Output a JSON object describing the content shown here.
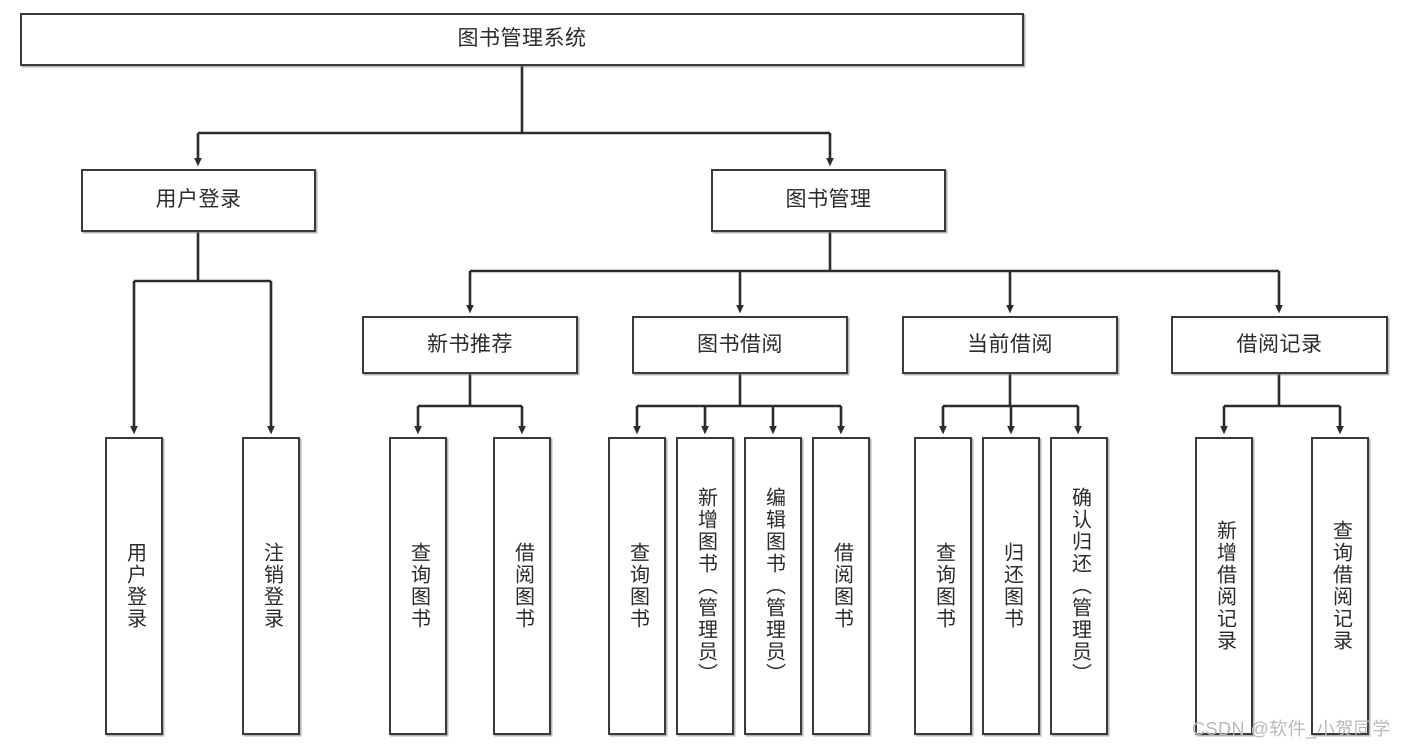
{
  "diagram": {
    "type": "tree-hierarchy-chart",
    "title": "图书管理系统",
    "watermark": "CSDN @软件_小贺同学",
    "colors": {
      "border": "#3a3a3a",
      "text": "#2b2b2b",
      "connector": "#2b2b2b",
      "background": "#ffffff",
      "watermark": "#b9b9b9"
    },
    "levels": [
      {
        "level": 1,
        "nodes": [
          {
            "id": "root",
            "label": "图书管理系统"
          }
        ]
      },
      {
        "level": 2,
        "nodes": [
          {
            "id": "user-login",
            "label": "用户登录"
          },
          {
            "id": "book-manage",
            "label": "图书管理"
          }
        ]
      },
      {
        "level": 3,
        "nodes": [
          {
            "id": "new-book-recommend",
            "label": "新书推荐"
          },
          {
            "id": "book-borrow",
            "label": "图书借阅"
          },
          {
            "id": "current-borrow",
            "label": "当前借阅"
          },
          {
            "id": "borrow-record",
            "label": "借阅记录"
          }
        ]
      },
      {
        "level": 4,
        "nodes": [
          {
            "id": "leaf-user-login",
            "label": "用户登录",
            "parent": "user-login"
          },
          {
            "id": "leaf-logout-login",
            "label": "注销登录",
            "parent": "user-login"
          },
          {
            "id": "leaf-query-book-1",
            "label": "查询图书",
            "parent": "new-book-recommend"
          },
          {
            "id": "leaf-borrow-book-1",
            "label": "借阅图书",
            "parent": "new-book-recommend"
          },
          {
            "id": "leaf-query-book-2",
            "label": "查询图书",
            "parent": "book-borrow"
          },
          {
            "id": "leaf-add-book",
            "label": "新增图书（管理员）",
            "parent": "book-borrow"
          },
          {
            "id": "leaf-edit-book",
            "label": "编辑图书（管理员）",
            "parent": "book-borrow"
          },
          {
            "id": "leaf-borrow-book-2",
            "label": "借阅图书",
            "parent": "book-borrow"
          },
          {
            "id": "leaf-query-book-3",
            "label": "查询图书",
            "parent": "current-borrow"
          },
          {
            "id": "leaf-return-book",
            "label": "归还图书",
            "parent": "current-borrow"
          },
          {
            "id": "leaf-confirm-return",
            "label": "确认归还（管理员）",
            "parent": "current-borrow"
          },
          {
            "id": "leaf-add-record",
            "label": "新增借阅记录",
            "parent": "borrow-record"
          },
          {
            "id": "leaf-query-record",
            "label": "查询借阅记录",
            "parent": "borrow-record"
          }
        ]
      }
    ]
  }
}
